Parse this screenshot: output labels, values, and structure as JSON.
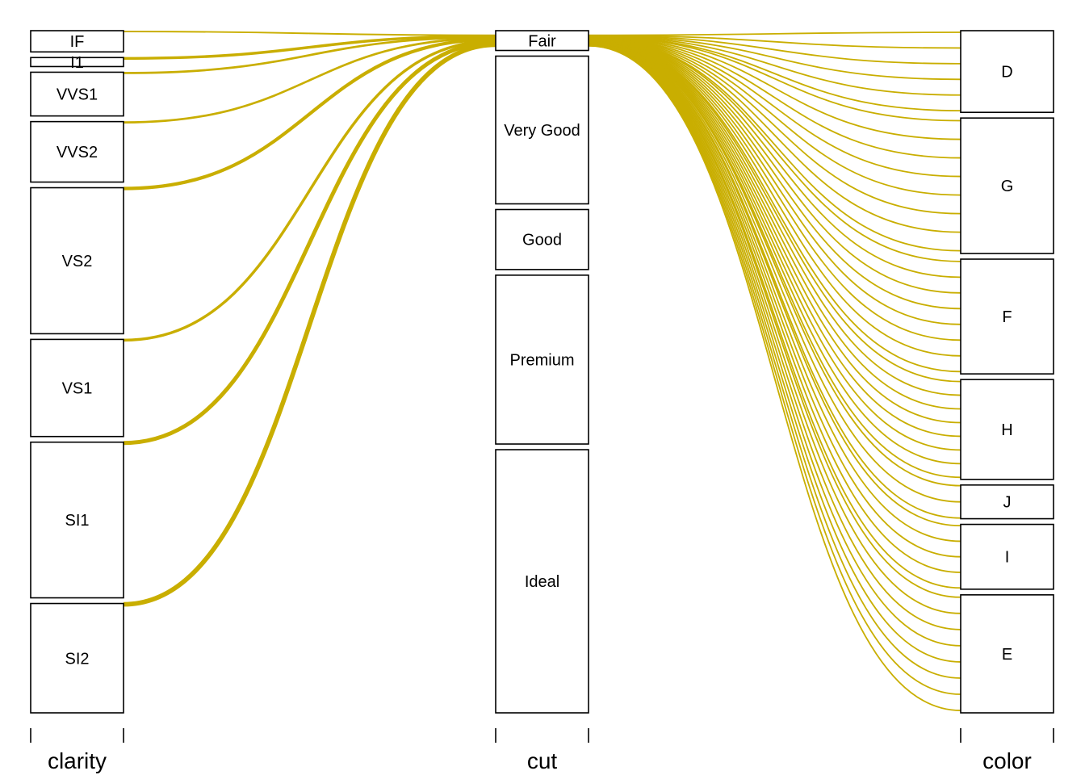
{
  "chart_data": {
    "type": "parallel_sets",
    "highlight_color": "#C9AE00",
    "highlighted_category": {
      "axis": "cut",
      "value": "Fair"
    },
    "axes": [
      {
        "name": "clarity",
        "categories": [
          {
            "label": "IF",
            "share": 0.033
          },
          {
            "label": "I1",
            "share": 0.014
          },
          {
            "label": "VVS1",
            "share": 0.068
          },
          {
            "label": "VVS2",
            "share": 0.094
          },
          {
            "label": "VS2",
            "share": 0.227
          },
          {
            "label": "VS1",
            "share": 0.151
          },
          {
            "label": "SI1",
            "share": 0.242
          },
          {
            "label": "SI2",
            "share": 0.17
          }
        ]
      },
      {
        "name": "cut",
        "categories": [
          {
            "label": "Fair",
            "share": 0.03
          },
          {
            "label": "Very Good",
            "share": 0.224
          },
          {
            "label": "Good",
            "share": 0.091
          },
          {
            "label": "Premium",
            "share": 0.256
          },
          {
            "label": "Ideal",
            "share": 0.399
          }
        ]
      },
      {
        "name": "color",
        "categories": [
          {
            "label": "D",
            "share": 0.126
          },
          {
            "label": "G",
            "share": 0.209
          },
          {
            "label": "F",
            "share": 0.177
          },
          {
            "label": "H",
            "share": 0.154
          },
          {
            "label": "J",
            "share": 0.052
          },
          {
            "label": "I",
            "share": 0.1
          },
          {
            "label": "E",
            "share": 0.182
          }
        ]
      }
    ],
    "flows_left": [
      {
        "clarity": "IF",
        "weight": 1
      },
      {
        "clarity": "I1",
        "weight": 3
      },
      {
        "clarity": "VVS1",
        "weight": 2
      },
      {
        "clarity": "VVS2",
        "weight": 2
      },
      {
        "clarity": "VS2",
        "weight": 4
      },
      {
        "clarity": "VS1",
        "weight": 3
      },
      {
        "clarity": "SI1",
        "weight": 5
      },
      {
        "clarity": "SI2",
        "weight": 6
      }
    ],
    "flows_right": [
      {
        "color": "D",
        "count": 6
      },
      {
        "color": "G",
        "count": 8
      },
      {
        "color": "F",
        "count": 8
      },
      {
        "color": "H",
        "count": 8
      },
      {
        "color": "J",
        "count": 3
      },
      {
        "color": "I",
        "count": 5
      },
      {
        "color": "E",
        "count": 8
      }
    ]
  }
}
